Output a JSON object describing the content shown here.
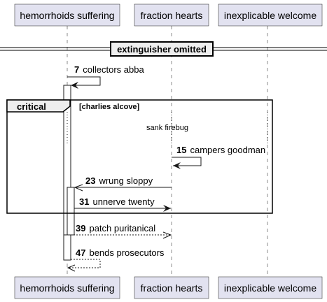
{
  "participants": [
    {
      "label": "hemorrhoids suffering"
    },
    {
      "label": "fraction hearts"
    },
    {
      "label": "inexplicable welcome"
    }
  ],
  "divider": {
    "label": "extinguisher omitted"
  },
  "messages": [
    {
      "number": "7",
      "text": "collectors abba"
    },
    {
      "number": "15",
      "text": "campers goodman"
    },
    {
      "number": "23",
      "text": "wrung sloppy"
    },
    {
      "number": "31",
      "text": "unnerve twenty"
    },
    {
      "number": "39",
      "text": "patch puritanical"
    },
    {
      "number": "47",
      "text": "bends prosecutors"
    }
  ],
  "fragment": {
    "operator": "critical",
    "guard": "[charlies alcove]"
  },
  "delay": {
    "text": "sank firebug"
  }
}
